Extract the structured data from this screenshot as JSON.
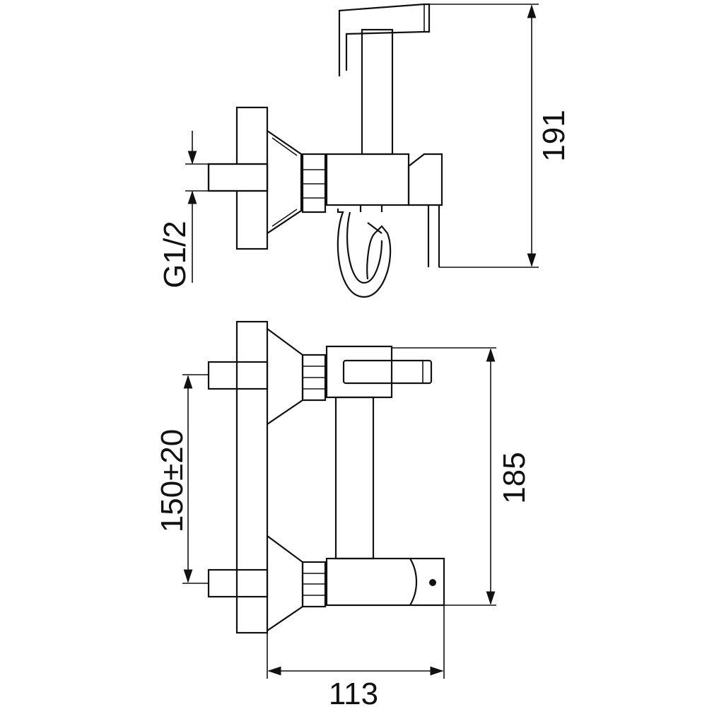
{
  "drawing": {
    "title": "Bidet mixer technical drawing",
    "dimensions": {
      "height_total": "191",
      "thread": "G1/2",
      "inlet_spacing": "150±20",
      "body_height": "185",
      "depth": "113"
    },
    "line_color": "#111111"
  }
}
